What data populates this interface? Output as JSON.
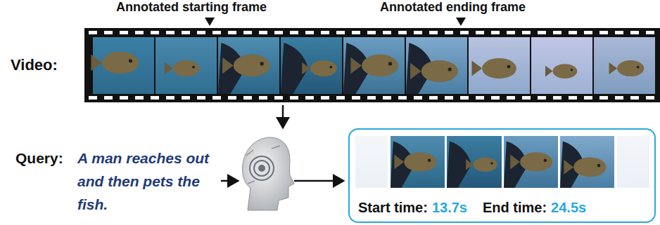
{
  "diagram": {
    "nodes": [
      {
        "text": [
          "Start time:",
          "13.7s",
          "End time:",
          "24.5s"
        ]
      }
    ],
    "labels": [
      "Annotated starting frame",
      "Annotated ending frame",
      "Video:",
      "Query:",
      "A man reaches out and then pets the fish."
    ]
  }
}
